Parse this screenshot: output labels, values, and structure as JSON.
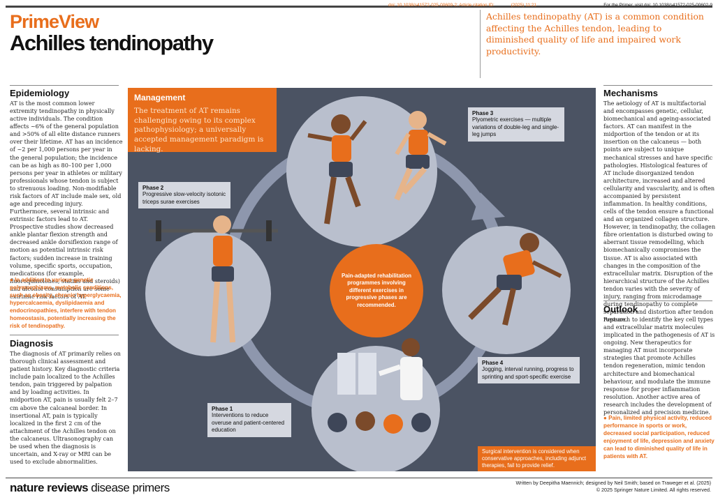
{
  "header": {
    "doi_left": "doi: 10.1038/s41572-025-00609-2; Article citation ID:",
    "citation_year": "(2025) 11:21",
    "doi_right": "For the Primer, visit doi: 10.1038/s41572-025-00602-9",
    "brand": "PrimeView",
    "title": "Achilles tendinopathy",
    "lead": "Achilles tendinopathy (AT) is a common condition affecting the Achilles tendon, leading to diminished quality of life and impaired work productivity."
  },
  "epidemiology": {
    "heading": "Epidemiology",
    "body": "AT is the most common lower extremity tendinopathy in physically active individuals. The condition affects ~6% of the general population and >50% of all elite distance runners over their lifetime. AT has an incidence of ~2 per 1,000 persons per year in the general population; the incidence can be as high as 80–100 per 1,000 persons per year in athletes or military professionals whose tendon is subject to strenuous loading. Non-modifiable risk factors of AT include male sex, old age and preceding injury. Furthermore, several intrinsic and extrinsic factors lead to AT. Prospective studies show decreased ankle plantar flexion strength and decreased ankle dorsiflexion range of motion as potential intrinsic risk factors; sudden increase in training volume, specific sports, occupation, medications (for example, fluoroquinolones, statins and steroids) and alcohol consumption are some extrinsic risk factors of AT.",
    "highlight": "In addition to various genetic polymorphisms, metabolic conditions, such as obesity, chronic hyperglycaemia, hypercalcaemia, dyslipidaemia and endocrinopathies, interfere with tendon homeostasis, potentially increasing the risk of tendinopathy."
  },
  "diagnosis": {
    "heading": "Diagnosis",
    "body": "The diagnosis of AT primarily relies on thorough clinical assessment and patient history. Key diagnostic criteria include pain localized to the Achilles tendon, pain triggered by palpation and by loading activities. In midportion AT, pain is usually felt 2–7 cm above the calcaneal border. In insertional AT, pain is typically localized in the first 2 cm of the attachment of the Achilles tendon on the calcaneus. Ultrasonography can be used when the diagnosis is uncertain, and X-ray or MRI can be used to exclude abnormalities."
  },
  "management": {
    "heading": "Management",
    "body": "The treatment of AT remains challenging owing to its complex pathophysiology; a universally accepted management paradigm is lacking.",
    "center": "Pain-adapted rehabilitation programmes involving different exercises in progressive phases are recommended.",
    "phases": [
      {
        "label": "Phase 1",
        "text": "Interventions to reduce overuse and patient-centered education"
      },
      {
        "label": "Phase 2",
        "text": "Progressive slow-velocity isotonic triceps surae exercises"
      },
      {
        "label": "Phase 3",
        "text": "Plyometric exercises — multiple variations of double-leg and single-leg jumps"
      },
      {
        "label": "Phase 4",
        "text": "Jogging, interval running, progress to sprinting and sport-specific exercise"
      }
    ],
    "surgery": "Surgical intervention is considered when conservative approaches, including adjunct therapies, fail to provide relief."
  },
  "mechanisms": {
    "heading": "Mechanisms",
    "body": "The aetiology of AT is multifactorial and encompasses genetic, cellular, biomechanical and ageing-associated factors. AT can manifest in the midportion of the tendon or at its insertion on the calcaneus — both points are subject to unique mechanical stresses and have specific pathologies. Histological features of AT include disorganized tendon architecture, increased and altered cellularity and vascularity, and is often accompanied by persistent inflammation. In healthy conditions, cells of the tendon ensure a functional and an organized collagen structure. However, in tendinopathy, the collagen fibre orientation is disturbed owing to aberrant tissue remodelling, which biomechanically compromises the tissue. AT is also associated with changes in the composition of the extracellular matrix. Disruption of the hierarchical structure of the Achilles tendon varies with the severity of injury, ranging from microdamage during tendinopathy to complete separation and distortion after tendon rupture."
  },
  "outlook": {
    "heading": "Outlook",
    "body": "Research to identify the key cell types and extracellular matrix molecules implicated in the pathogenesis of AT is ongoing. New therapeutics for managing AT must incorporate strategies that promote Achilles tendon regeneration, mimic tendon architecture and biomechanical behaviour, and modulate the immune response for proper inflammation resolution. Another active area of research includes the development of personalized and precision medicine.",
    "highlight": "Pain, limited physical activity, reduced performance in sports or work, decreased social participation, reduced enjoyment of life, depression and anxiety can lead to diminished quality of life in patients with AT."
  },
  "footer": {
    "logo_bold": "nature reviews",
    "logo_light": " disease primers",
    "credit1": "Written by Deepitha Maennich; designed by Neil Smith; based on Traweger et al. (2025)",
    "credit2": "© 2025 Springer Nature Limited. All rights reserved."
  },
  "colors": {
    "accent": "#e86e1c",
    "panel": "#4b5363",
    "phase_box": "#d5d8e0"
  }
}
